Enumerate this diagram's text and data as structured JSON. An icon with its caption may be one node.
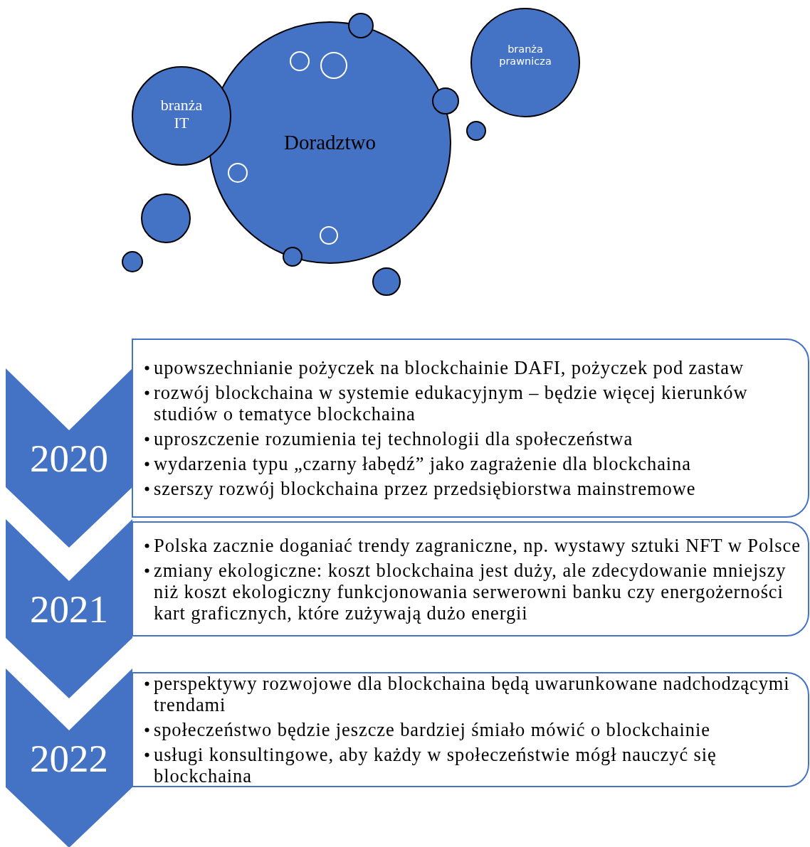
{
  "diagram": {
    "nodes": [
      {
        "text": [
          "branża IT"
        ]
      },
      {
        "text": [
          "Doradztwo"
        ]
      },
      {
        "text": [],
        "shape": "circle",
        "in": 1
      },
      {
        "text": [],
        "shape": "circle",
        "in": 1
      },
      {
        "text": [],
        "shape": "circle",
        "in": 1
      },
      {
        "text": [],
        "shape": "circle",
        "in": 1
      },
      {
        "text": [
          "branża prawnicza"
        ]
      },
      {
        "text": [],
        "shape": "circle"
      },
      {
        "text": [],
        "shape": "circle"
      },
      {
        "text": [],
        "shape": "circle"
      },
      {
        "text": [],
        "shape": "circle"
      },
      {
        "text": [],
        "shape": "circle"
      },
      {
        "text": [],
        "shape": "circle"
      },
      {
        "text": [],
        "shape": "circle"
      },
      {
        "text": [
          "2020"
        ]
      },
      {
        "text": [
          "upowszechnianie pożyczek na blockchainie DAFI, pożyczek pod zastaw",
          "rozwój blockchaina w systemie edukacyjnym – będzie więcej kierunków studiów o tematyce blockchaina",
          "uproszczenie rozumienia tej technologii dla społeczeństwa",
          "wydarzenia typu „czarny łabędź” jako zagrażenie dla blockchaina",
          "szerszy rozwój blockchaina przez przedsiębiorstwa mainstremowe"
        ]
      },
      {
        "text": [
          "2021"
        ]
      },
      {
        "text": [
          "Polska zacznie doganiać trendy zagraniczne, np. wystawy sztuki NFT w Polsce",
          "zmiany ekologiczne: koszt blockchaina jest duży, ale zdecydowanie mniejszy niż koszt ekologiczny funkcjonowania serwerowni banku czy energożerności kart graficznych, które zużywają dużo energii"
        ]
      },
      {
        "text": [
          "2022"
        ]
      },
      {
        "text": [
          "perspektywy rozwojowe dla blockchaina będą uwarunkowane nadchodzącymi trendami",
          "społeczeństwo będzie jeszcze bardziej śmiało mówić o blockchainie",
          "usługi konsultingowe, aby każdy w społeczeństwie mógł nauczyć się blockchaina"
        ]
      }
    ]
  }
}
